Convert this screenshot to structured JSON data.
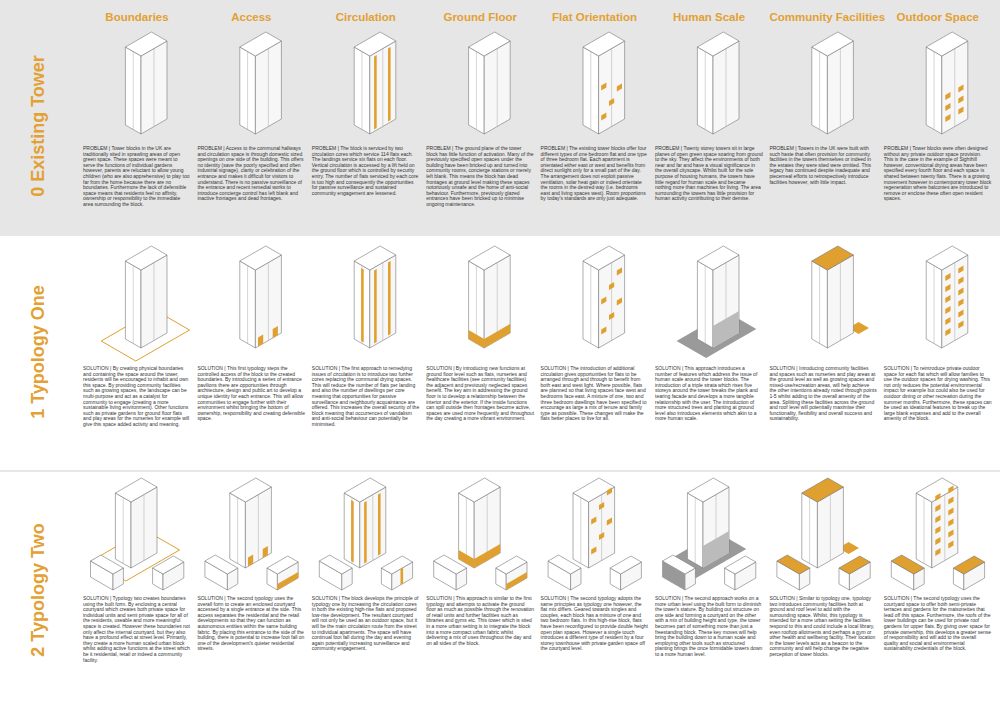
{
  "diagram": {
    "labels": [
      "Boundaries",
      "Access",
      "Circulation",
      "Ground Floor",
      "Flat Orientation",
      "Human Scale",
      "Community Facilities",
      "Outdoor Space",
      "0 Existing Tower",
      "1 Typology One",
      "2 Typology Two",
      "PROBLEM | Tower blocks in the UK are traditionally sited in sprawling areas of open green space. These spaces were meant to serve the functions of individual gardens however, parents are reluctant to allow young children (who are also apprehensive) to play too far from the home because there are no boundaries. Furthermore the lack of defensible space means that residents feel no affinity, ownership or responsibility to the immediate area surrounding the block.",
      "PROBLEM | Access to the communal hallways and circulation space is through domestic sized openings on one side of the building. This offers no identity (save the poorly specified and often industrial signage), clarity or celebration of the entrance and makes it difficult for visitors to understand. There is no passive surveillance of the entrance and recent remedial works to introduce concierge control has left blank and inactive frontages and dead frontages.",
      "PROBLEM | The block is serviced by two circulation cores which service 114 flats each. The landings service six flats on each floor. Vertical circulation is accessed by a lift held on the ground floor which is controlled by security entry. The number of flats serviced by each core is too high and consequently the opportunities for passive surveillance and sustained community engagement are lessened.",
      "PROBLEM | The ground plane of the tower block has little function of activation. Many of the previously specified open spaces under the building have been bricked up and turned into community rooms, concierge stations or merely left blank. This means the block has dead frontages at ground level making these spaces notoriously unsafe and the home of anti-social behaviour. Furthermore, previously glazed entrances have been bricked up to minimise ongoing maintenance.",
      "PROBLEM | The existing tower blocks offer four different types of one bedroom flat and one type of three bedroom flat. Each apartment is orientated either east or west and benefits from direct sunlight only for a small part of the day. The arrangement does not exploit passive ventilation, solar heat gain or indeed orientate the rooms in the desired way (i.e. bedrooms east and living spaces west). Room proportions by today's standards are only just adequate.",
      "PROBLEM | Twenty storey towers sit in large planes of open green space soaring from ground to the sky. They affect the environments of both near and far and have a visual significance in the overall cityscape. Whilst built for the sole purpose of housing humans, the towers have little regard for human scale and became nothing more than machines for living. The area surrounding the towers has little provision for human activity contributing to their demise.",
      "PROBLEM | Towers in the UK were built with such haste that often provision for community facilities in the towers themselves or indeed in the estates they were sited were omitted. This legacy has continued despite inadequate and piecemeal efforts to retrospectively introduce facilities however, with little impact.",
      "PROBLEM | Tower blocks were often designed without any private outdoor space provision. This is the case in the example of Sighthill however, conventional drying areas have been specified every fourth floor and each space is shared between twenty flats. There is a growing movement however in contemporary tower block regeneration where balconies are introduced to remove or enclose these often open resident spaces.",
      "SOLUTION | By creating physical boundaries and containing the space around the tower, residents will be encouraged to inhabit and own this space. By providing community facilities such as growing spaces, the landscape can be multi-purpose and act as a catalyst for community to engage (creating a more sustainable living environment). Other functions such as private gardens for ground floor flats and play areas for the nurseries for example will give this space added activity and meaning.",
      "SOLUTION | This first typology steps the controlled access of the block to the created boundaries. By introducing a series of entrance pavilions there are opportunities through architecture, design and public art to develop a unique identity for each entrance. This will allow communities to engage further with their environment whilst bringing the bottom of ownership, responsibility and creating defensible space.",
      "SOLUTION | The first approach to remedying issues of circulation is to introduce two further cores replacing the communal drying spaces. This will reduce the number of flats per landing and also the number of dwellings per core meaning that opportunities for passive surveillance and neighbourly acquaintance are offered. This increases the overall security of the block meaning that occurrences of vandalism and anti-social behaviour can potentially be minimised.",
      "SOLUTION | By introducing new functions at ground floor level such as flats, nurseries and healthcare facilities (see community facilities) the adjacent and previously neglected spaces benefit. The key aim in addressing the ground floor is to develop a relationship between the interior and the exterior. If the inside functions can spill outside then frontages become active, spaces are used more frequently and throughout the day creating a more vibrant environment.",
      "SOLUTION | The introduction of additional circulation gives opportunities for flats to be arranged through and through to benefit from both east and west light. Where possible, flats are planned so that living spaces face west and bedrooms face east. A mixture of one, two and three bedroom dwellings have been specified to encourage as large a mix of tenure and family type as possible. These changes will make the flats better places to live for all.",
      "SOLUTION | This approach introduces a number of features which address the issue of human scale around the tower blocks. The introduction of a triple strata which rises five storeys around the tower breaks the plank and tearing facade and develops a more tangible relationship with the user. The introduction of more structured trees and planting at ground level also introduces elements which akin to a more human scale.",
      "SOLUTION | Introducing community facilities and spaces such as nurseries and play areas at the ground level as well as growing spaces and mixed-use/recreation areas, will help achieve the other intentions already noted through points 1-5 whilst adding to the overall amenity of the area. Splitting these facilities across the ground and roof level will potentially maximise their functionality, flexibility and overall success and sustainability.",
      "SOLUTION | To reintroduce private outdoor space for each flat which will allow families to use the outdoor spaces for drying washing. This not only reduces the potential environmental impact for example but could also be used for outdoor dining or other recreation during the summer months. Furthermore, these spaces can be used as ideational features to break up the large blank expanses and add to the overall amenity of the block.",
      "SOLUTION | Typology two creates boundaries using the built form. By enclosing a central courtyard which creates both private space for individual units and semi private space for all of the residents, useable and more meaningful space is created. However these boundaries not only affect the internal courtyard, but they also have a profound effect at street level. Primarily, they create a more human scaled urban block whilst adding active functions at the street which be it residential, retail or indeed a community facility.",
      "SOLUTION | The second typology uses the overall form to create an enclosed courtyard accessed by a single entrance at the side. This access separates the residential and the retail developments so that they can function as autonomous entities within the same building fabric. By placing this entrance to the side of the building, there is potential to increase foot fall on one of the development's quieter residential streets.",
      "SOLUTION | The block develops the principle of typology one by increasing the circulation cores in both the existing high-rise flats and proposed low-rise development. The resultant courtyard will not only be used as an outdoor space, but it will be the main circulation route from the street to individual apartments. The space will have continual foot fall during the day and evening again potentially increasing surveillance and community engagement.",
      "SOLUTION | This approach is similar to the first typology and attempts to activate the ground floor as much as possible through the renovation of retail units and further facilities such as libraries and gyms etc. This tower which is sited in a more urban setting is to integrate the block into a more compact urban fabric whilst delivering a mix of uses throughout the day and on all sides of the block.",
      "SOLUTION | The second typology adopts the same principles as typology one however, the flat mix differs. Geared towards singles and couples, each block has a mixture of one and two bedroom flats. In this high-rise block, flats have been reconfigured to provide double height open plan spaces. However a single touch introduces a different type of resident by a four storey townhouse with private garden space off the courtyard level.",
      "SOLUTION | The second approach works on a more urban level using the built form to diminish the tower's stature. By building out structure on one side and forming a courtyard on the other with a mix of building height and type, the tower becomes part of something more than just a freestanding block. These key moves will help bring the building down to a human scale and employing other tools such as structured planting brings the once formidable towers down to a more human level.",
      "SOLUTION | Similar to typology one, typology two introduces community facilities both at ground and roof level to add with the surrounding space. Whilst, this typology is intended for a more urban setting the facilities respond to this and could include a local library, even rooftop allotments and perhaps a gym or other health and wellbeing facility. Their location in the lower levels acts as a beacon to the community and will help change the negative perception of tower blocks.",
      "SOLUTION | The second typology uses the courtyard space to offer both semi-private terraces and gardens for the maisonettes that lead off this space. Furthermore, the roofs of the lower buildings can be used for private roof gardens for upper flats. By giving over space for private ownership, this develops a greater sense of responsibility and will add to the overall quality and social and environmental sustainability credentials of the block."
    ]
  }
}
